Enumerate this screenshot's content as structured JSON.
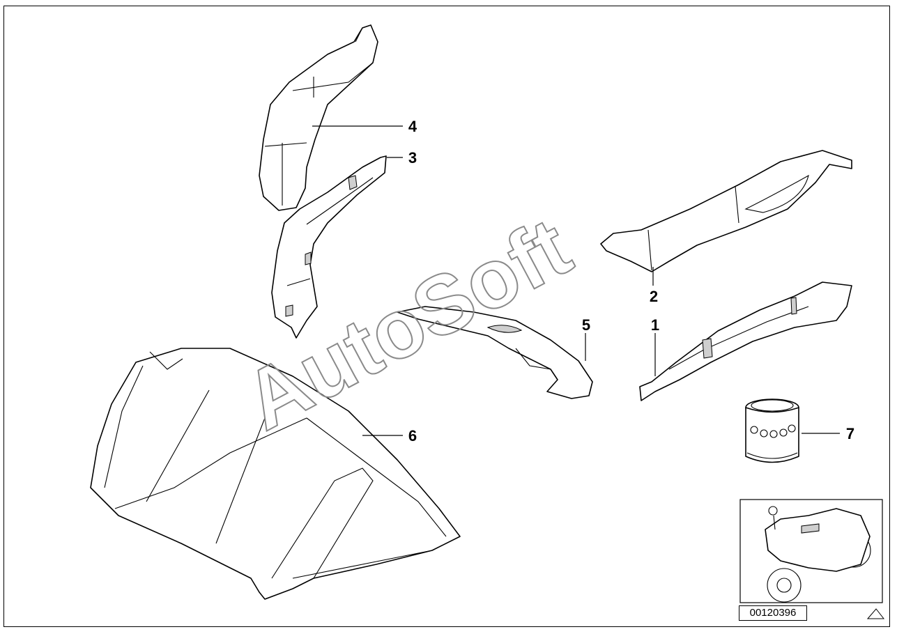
{
  "diagram": {
    "callouts": [
      {
        "id": "1",
        "label": "1"
      },
      {
        "id": "2",
        "label": "2"
      },
      {
        "id": "3",
        "label": "3"
      },
      {
        "id": "4",
        "label": "4"
      },
      {
        "id": "5",
        "label": "5"
      },
      {
        "id": "6",
        "label": "6"
      },
      {
        "id": "7",
        "label": "7"
      }
    ],
    "watermark": "AutoSoft",
    "drawing_code": "00120396",
    "thumbnail_icon": "motorcycle-icon",
    "corner_icon": "triangle-icon"
  }
}
